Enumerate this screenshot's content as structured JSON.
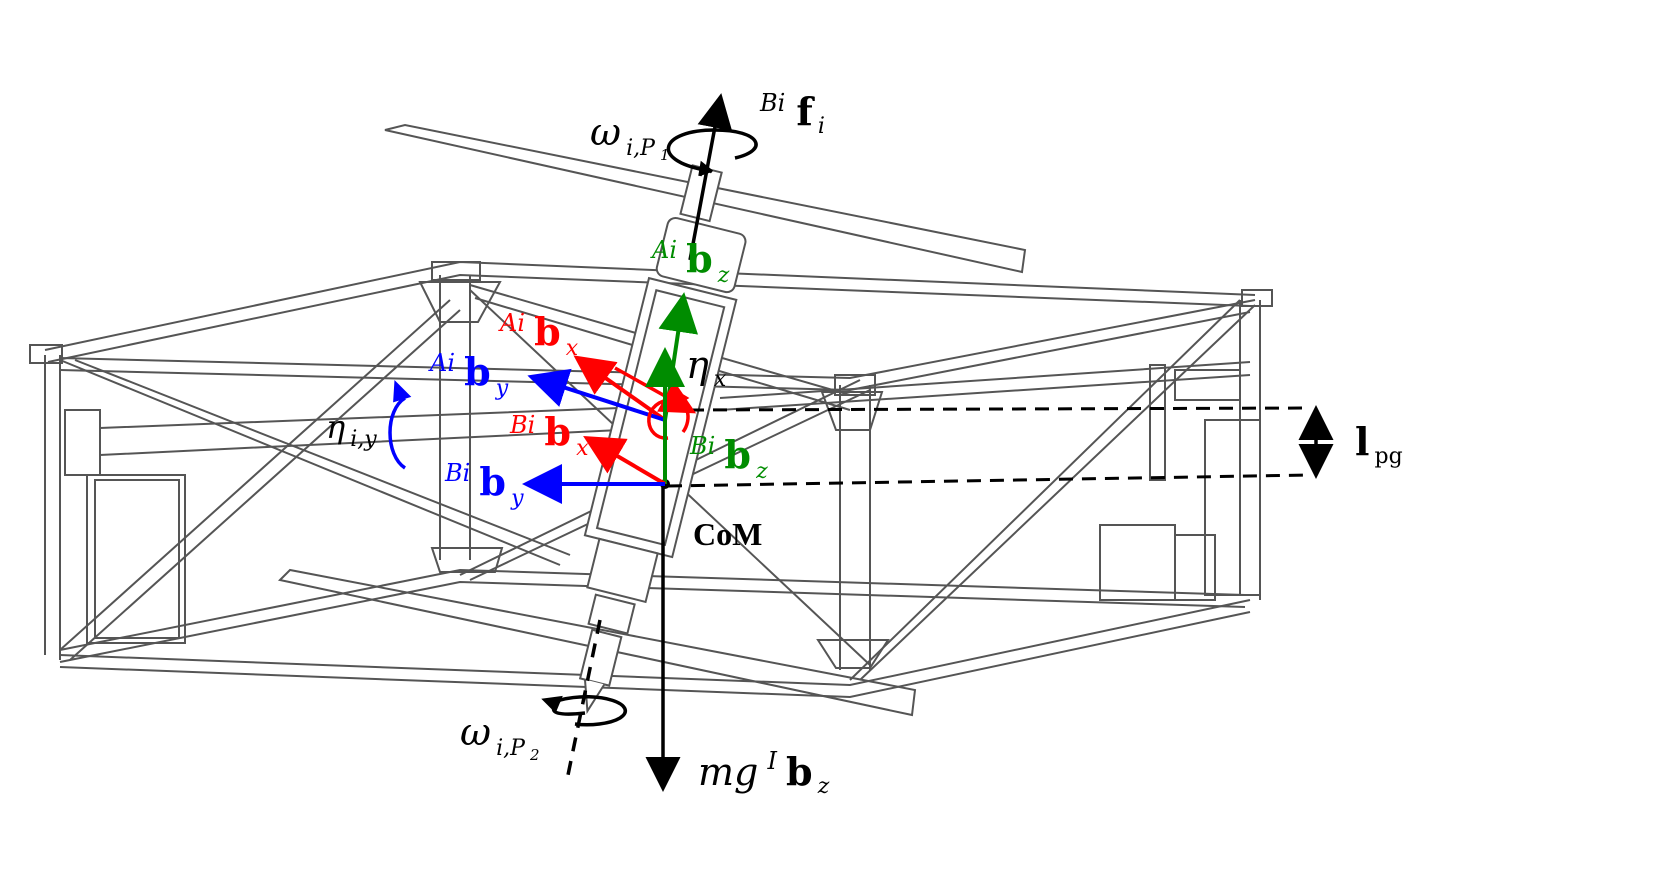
{
  "diagram": {
    "colors": {
      "blue": "#0000ff",
      "red": "#ff0000",
      "green": "#008c00",
      "black": "#000000",
      "frame": "#555555"
    },
    "labels": {
      "force": {
        "sup": "Bi",
        "main": "f",
        "sub": "i"
      },
      "omega_p1": {
        "main": "ω",
        "sub": "i,P",
        "subsub": "1"
      },
      "omega_p2": {
        "main": "ω",
        "sub": "i,P",
        "subsub": "2"
      },
      "A_bz": {
        "sup": "Ai",
        "main": "b",
        "sub": "z"
      },
      "A_bx": {
        "sup": "Ai",
        "main": "b",
        "sub": "x"
      },
      "A_by": {
        "sup": "Ai",
        "main": "b",
        "sub": "y"
      },
      "B_bx": {
        "sup": "Bi",
        "main": "b",
        "sub": "x"
      },
      "B_by": {
        "sup": "Bi",
        "main": "b",
        "sub": "y"
      },
      "B_bz": {
        "sup": "Bi",
        "main": "b",
        "sub": "z"
      },
      "eta_x": {
        "main": "η",
        "sub": "x"
      },
      "eta_iy": {
        "main": "η",
        "sub": "i,y"
      },
      "l_pg": {
        "main": "l",
        "sub": "pg"
      },
      "com": "CoM",
      "gravity": {
        "pre": "mg",
        "sup": "I",
        "main": "b",
        "sub": "z"
      }
    }
  }
}
